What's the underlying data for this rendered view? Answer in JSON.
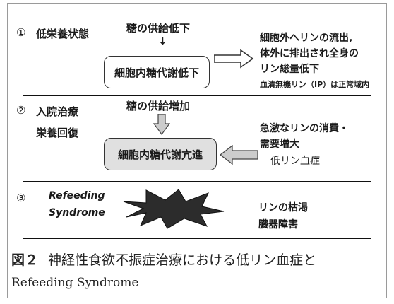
{
  "section1": {
    "num": "①",
    "label": "低栄養状態",
    "supply": "糖の供給低下",
    "small_arrow": "↓",
    "box": "細胞内糖代謝低下",
    "outcome_line1": "細胞外へリンの流出,",
    "outcome_line2": "体外に排出され全身の",
    "outcome_line3": "リン総量低下",
    "note": "血清無機リン（IP）は正常域内"
  },
  "section2": {
    "num": "②",
    "label_line1": "入院治療",
    "label_line2": "栄養回復",
    "supply": "糖の供給増加",
    "box": "細胞内糖代謝亢進",
    "outcome_line1": "急激なリンの消費・",
    "outcome_line2": "需要増大",
    "outcome_line3": "低リン血症"
  },
  "section3": {
    "num": "③",
    "label_line1": "Refeeding",
    "label_line2": "Syndrome",
    "outcome_line1": "リンの枯渇",
    "outcome_line2": "臓器障害"
  },
  "caption": {
    "figure_label": "図２",
    "title": "神経性食欲不振症治療における低リン血症と",
    "title_line2": "Refeeding Syndrome"
  },
  "colors": {
    "box2_fill": "#e0e0e0",
    "arrow_fill": "#cccccc",
    "burst_fill": "#2c2c2c"
  }
}
